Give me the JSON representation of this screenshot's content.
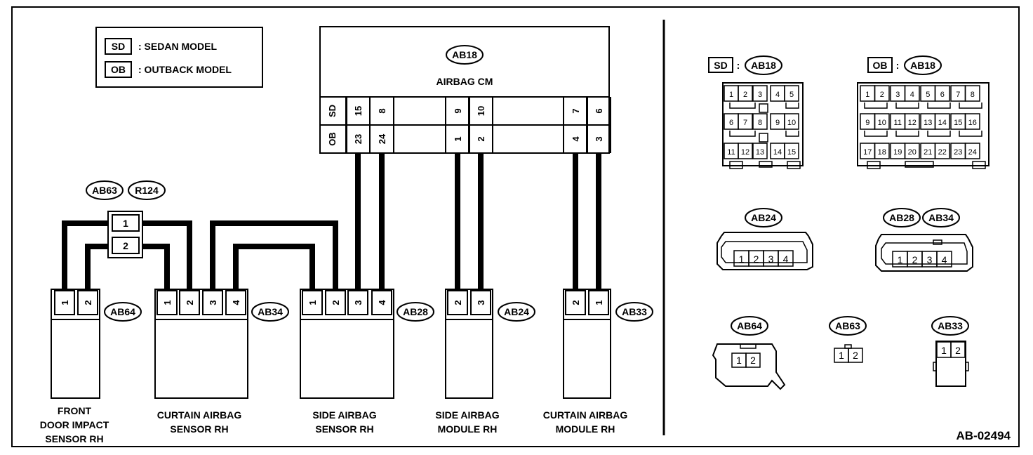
{
  "legend": {
    "sd_tag": "SD",
    "sd_text": ": SEDAN MODEL",
    "ob_tag": "OB",
    "ob_text": ": OUTBACK MODEL"
  },
  "control_module": {
    "connector": "AB18",
    "name": "AIRBAG CM",
    "row_sd_label": "SD",
    "row_ob_label": "OB",
    "sd_pins": [
      "15",
      "8",
      "9",
      "10",
      "7",
      "6"
    ],
    "ob_pins": [
      "23",
      "24",
      "1",
      "2",
      "4",
      "3"
    ]
  },
  "joint_connector": {
    "ids": [
      "AB63",
      "R124"
    ],
    "pins": [
      "1",
      "2"
    ]
  },
  "devices": [
    {
      "connector": "AB64",
      "pins": [
        "1",
        "2"
      ],
      "label": [
        "FRONT",
        "DOOR IMPACT",
        "SENSOR RH"
      ]
    },
    {
      "connector": "AB34",
      "pins": [
        "1",
        "2",
        "3",
        "4"
      ],
      "label": [
        "CURTAIN AIRBAG",
        "SENSOR RH"
      ]
    },
    {
      "connector": "AB28",
      "pins": [
        "1",
        "2",
        "3",
        "4"
      ],
      "label": [
        "SIDE AIRBAG",
        "SENSOR RH"
      ]
    },
    {
      "connector": "AB24",
      "pins": [
        "2",
        "3"
      ],
      "label": [
        "SIDE AIRBAG",
        "MODULE RH"
      ]
    },
    {
      "connector": "AB33",
      "pins": [
        "2",
        "1"
      ],
      "label": [
        "CURTAIN AIRBAG",
        "MODULE RH"
      ]
    }
  ],
  "views": {
    "sd_tag": "SD",
    "ob_tag": "OB",
    "colon": ":",
    "ab18": "AB18",
    "sd_pins_row1": [
      "1",
      "2",
      "3",
      "4",
      "5"
    ],
    "sd_pins_row2": [
      "6",
      "7",
      "8",
      "9",
      "10"
    ],
    "sd_pins_row3": [
      "11",
      "12",
      "13",
      "14",
      "15"
    ],
    "ob_pins_row1": [
      "1",
      "2",
      "3",
      "4",
      "5",
      "6",
      "7",
      "8"
    ],
    "ob_pins_row2": [
      "9",
      "10",
      "11",
      "12",
      "13",
      "14",
      "15",
      "16"
    ],
    "ob_pins_row3": [
      "17",
      "18",
      "19",
      "20",
      "21",
      "22",
      "23",
      "24"
    ],
    "ab24": "AB24",
    "ab28": "AB28",
    "ab34": "AB34",
    "four_pins": [
      "1",
      "2",
      "3",
      "4"
    ],
    "ab64": "AB64",
    "ab63": "AB63",
    "ab33": "AB33",
    "two_pins": [
      "1",
      "2"
    ]
  },
  "figure_ref": "AB-02494"
}
